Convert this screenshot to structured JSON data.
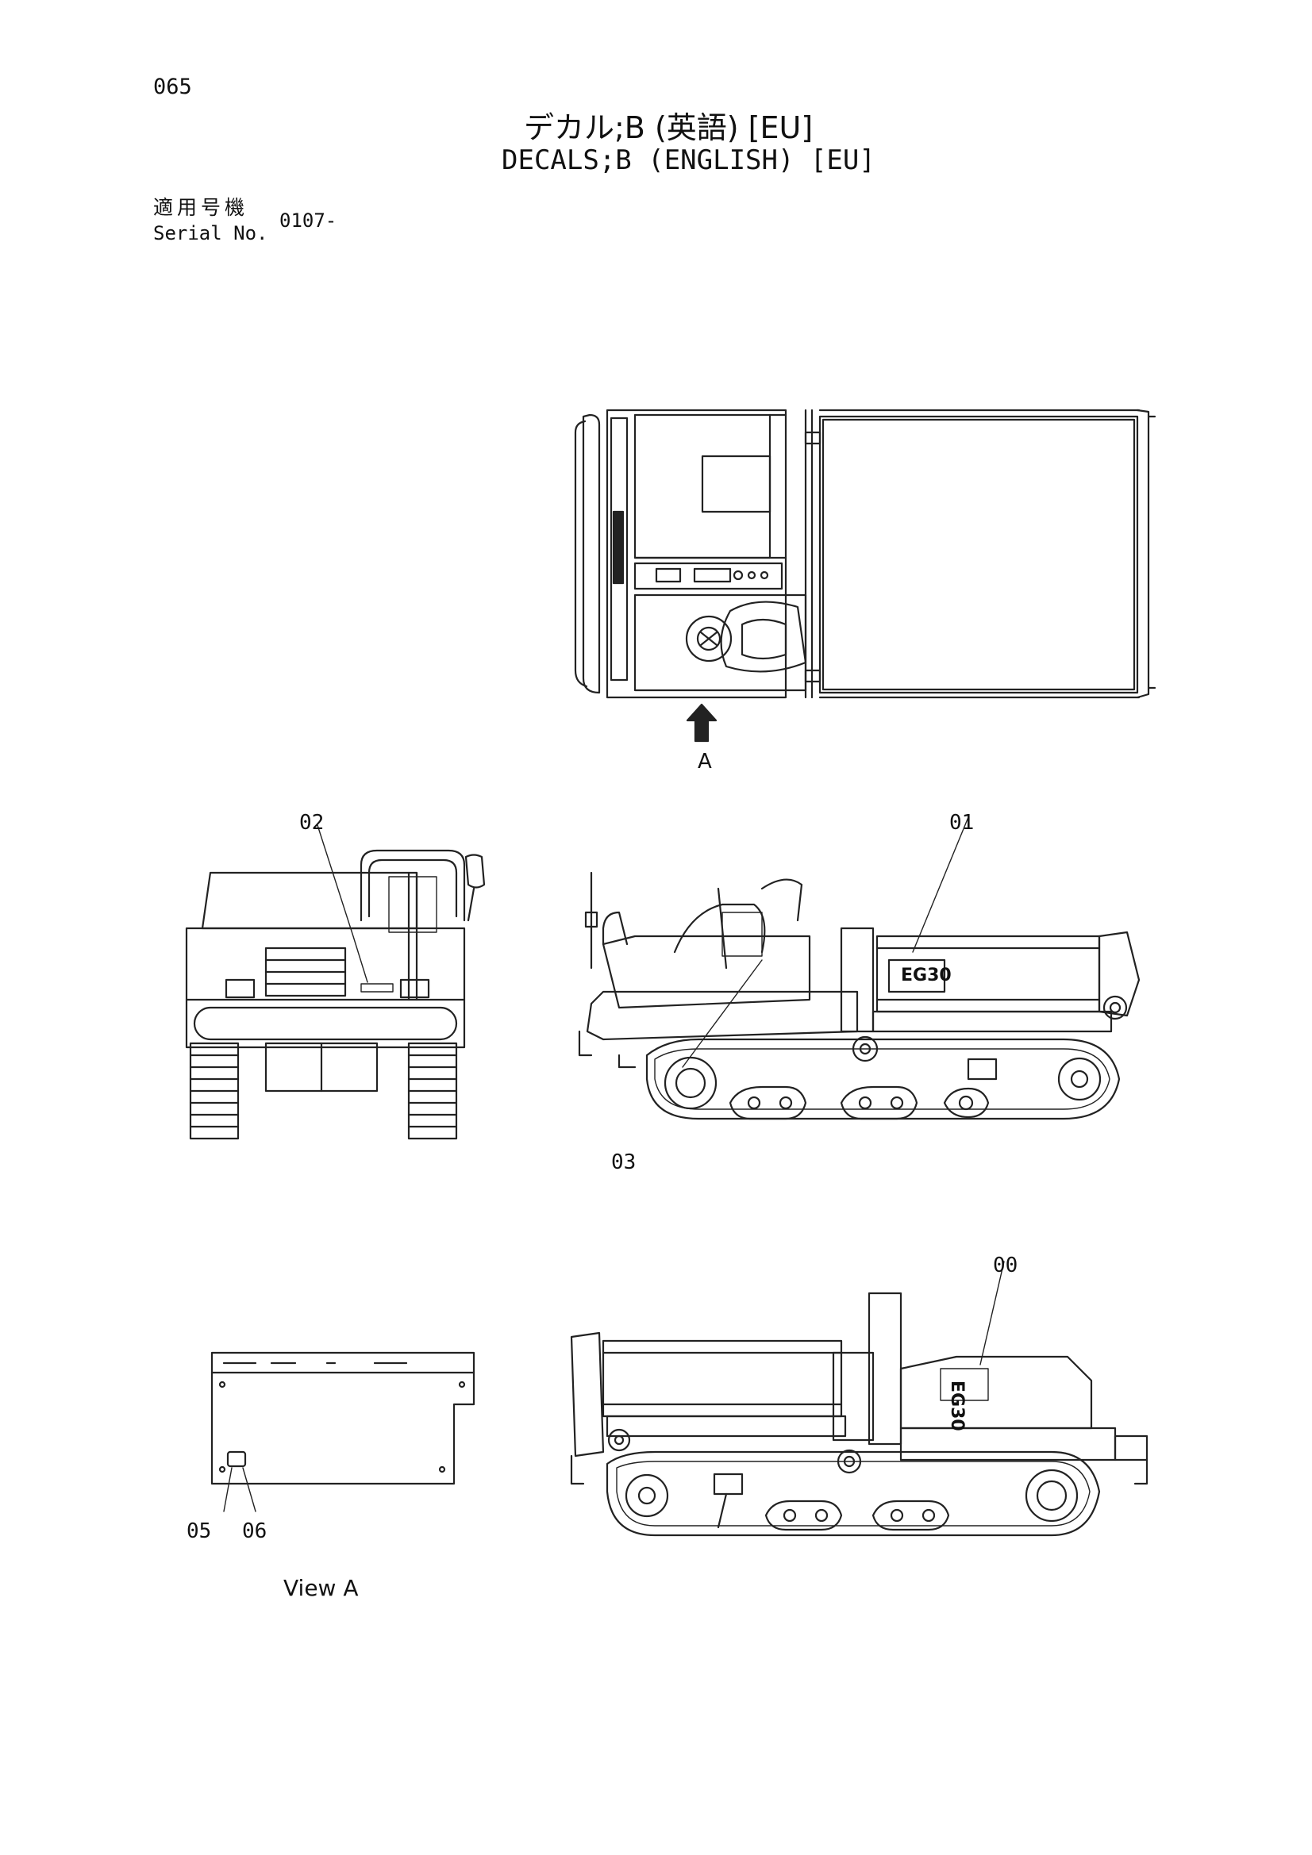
{
  "page_number": "065",
  "title_jp": "デカル;B (英語) [EU]",
  "title_en": "DECALS;B (ENGLISH) [EU]",
  "serial": {
    "label_jp": "適用号機",
    "label_en": "Serial No.",
    "value": "0107-"
  },
  "arrow_label": "A",
  "callouts": {
    "c00": "00",
    "c01": "01",
    "c02": "02",
    "c03": "03",
    "c05": "05",
    "c06": "06"
  },
  "decal_text": "EG30",
  "view_label": "View A",
  "icons": {
    "arrow": "view-direction-arrow"
  }
}
